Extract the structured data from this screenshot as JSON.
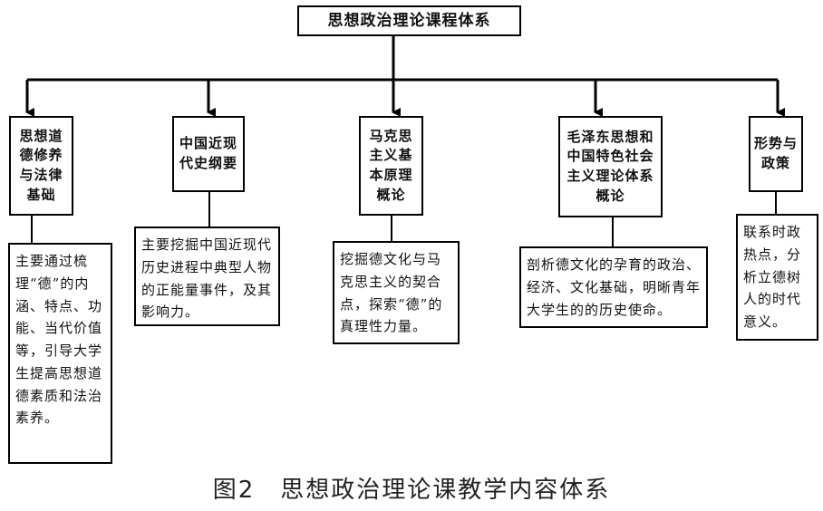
{
  "root": {
    "title": "思想政治理论课程体系"
  },
  "branches": [
    {
      "title": "思想道德修养与法律基础",
      "description": "主要通过梳理“德”的内涵、特点、功能、当代价值等，引导大学生提高思想道德素质和法治素养。"
    },
    {
      "title": "中国近现代史纲要",
      "description": "主要挖掘中国近现代历史进程中典型人物的正能量事件，及其影响力。"
    },
    {
      "title": "马克思主义基本原理概论",
      "description": "挖掘德文化与马克思主义的契合点，探索“德”的真理性力量。"
    },
    {
      "title": "毛泽东思想和中国特色社会主义理论体系概论",
      "description": "剖析德文化的孕育的政治、经济、文化基础，明晰青年大学生的的历史使命。"
    },
    {
      "title": "形势与政策",
      "description": "联系时政热点，分析立德树人的时代意义。"
    }
  ],
  "caption": "图2　思想政治理论课教学内容体系"
}
